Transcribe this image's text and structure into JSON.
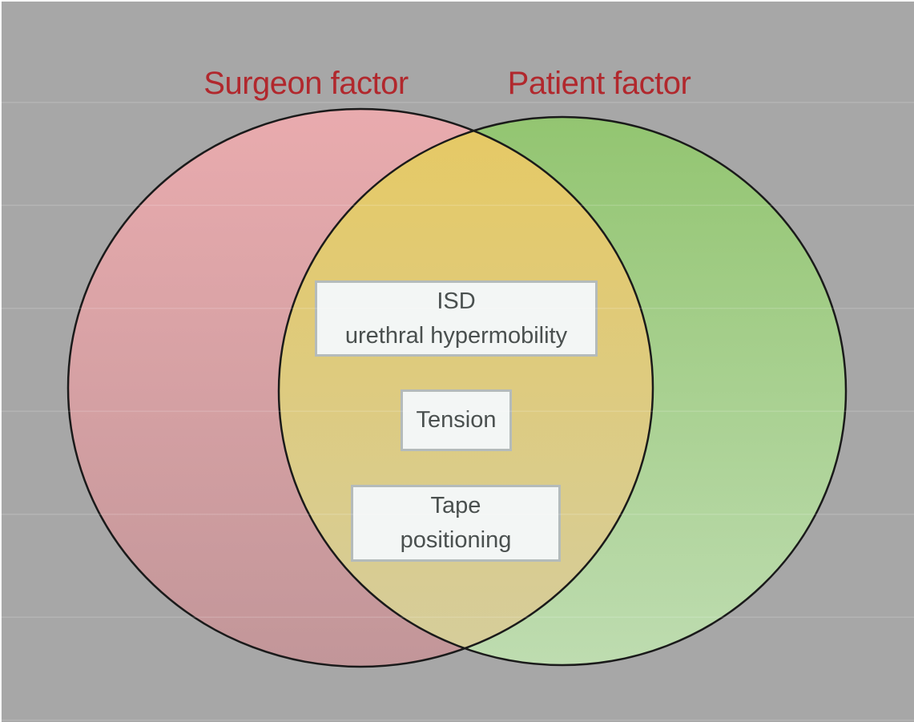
{
  "page": {
    "background_color": "#a7a7a7",
    "frame_color": "#ffffff"
  },
  "venn": {
    "title_color": "#b1282d",
    "left": {
      "title": "Surgeon factor"
    },
    "right": {
      "title": "Patient factor"
    },
    "colors": {
      "left_circle_top": "#e9abae",
      "left_circle_bottom": "#c29699",
      "right_circle_top": "#93c571",
      "right_circle_bottom": "#bedcb0",
      "overlap_top": "#e6c964",
      "overlap_bottom": "#d5cd9c",
      "outline": "#1a1a1a",
      "box_background": "#f3f6f5",
      "box_border": "#b4bbbb",
      "box_text": "#4a504f"
    },
    "overlap_boxes": [
      {
        "lines": [
          "ISD",
          "urethral hypermobility"
        ]
      },
      {
        "lines": [
          "Tension"
        ]
      },
      {
        "lines": [
          "Tape",
          "positioning"
        ]
      }
    ]
  }
}
